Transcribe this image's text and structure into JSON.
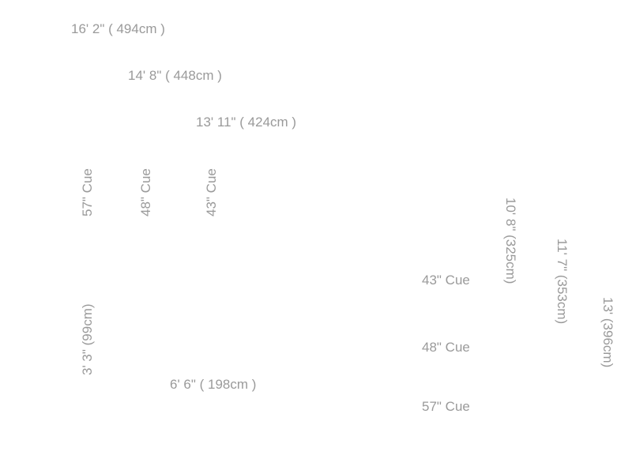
{
  "room_lengths": [
    "16' 2\" ( 494cm )",
    "14' 8\" ( 448cm )",
    "13' 11\" ( 424cm )"
  ],
  "left_cues": [
    "57\" Cue",
    "48\" Cue",
    "43\" Cue"
  ],
  "right_cues": [
    "43\" Cue",
    "48\" Cue",
    "57\" Cue"
  ],
  "room_widths": [
    "10' 8\" (325cm)",
    "11' 7\" (353cm)",
    "13' (396cm)"
  ],
  "table": {
    "width_label": "3' 3\" (99cm)",
    "length_label": "6' 6\" ( 198cm )"
  },
  "colors": {
    "background": "#ffffff",
    "text": "#f5f5f5"
  }
}
